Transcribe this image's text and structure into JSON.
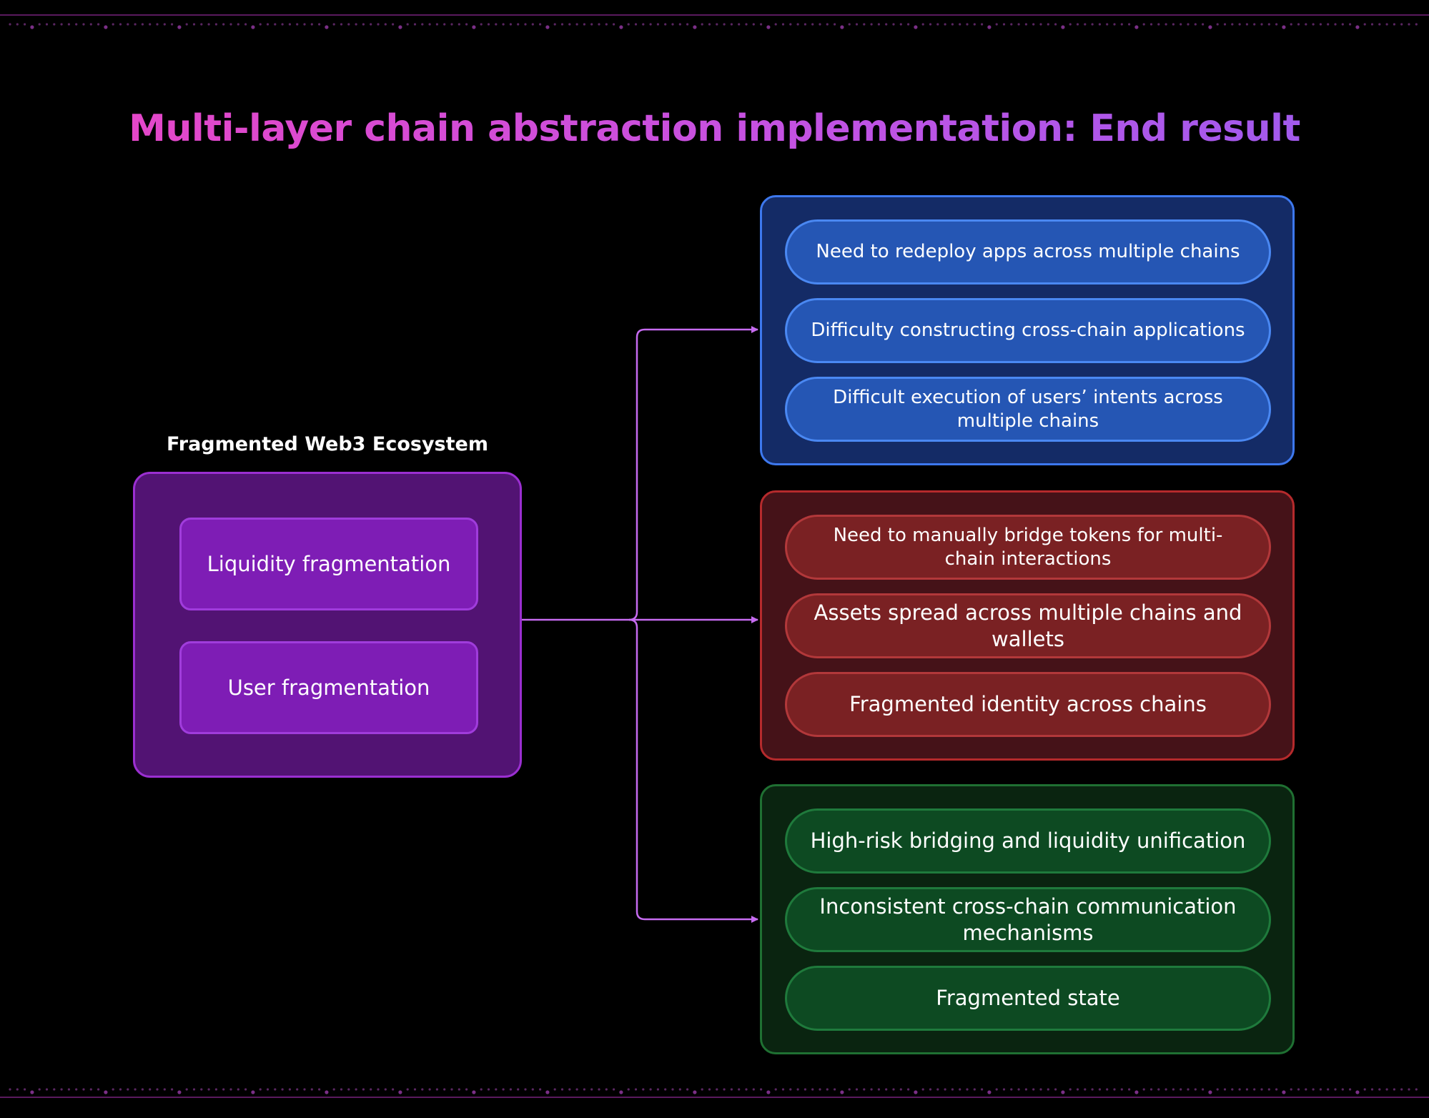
{
  "title": "Multi-layer chain abstraction implementation: End result",
  "colors": {
    "title_gradient": [
      "#ea45c4",
      "#c451e2",
      "#9a5cf0"
    ],
    "connector": "#c66bf0",
    "left_box": "#521373",
    "blue_group": "#142b66",
    "red_group": "#451218",
    "green_group": "#0a2410"
  },
  "source": {
    "label": "Fragmented Web3 Ecosystem",
    "items": [
      "Liquidity fragmentation",
      "User fragmentation"
    ]
  },
  "groups": [
    {
      "color": "blue",
      "items": [
        "Need to redeploy apps across multiple chains",
        "Difficulty constructing cross-chain applications",
        "Difficult execution of users’ intents across multiple chains"
      ]
    },
    {
      "color": "red",
      "items": [
        "Need to manually bridge tokens for multi-chain interactions",
        "Assets spread across multiple chains and wallets",
        "Fragmented identity across chains"
      ]
    },
    {
      "color": "green",
      "items": [
        "High-risk bridging and liquidity unification",
        "Inconsistent cross-chain communication mechanisms",
        "Fragmented state"
      ]
    }
  ]
}
